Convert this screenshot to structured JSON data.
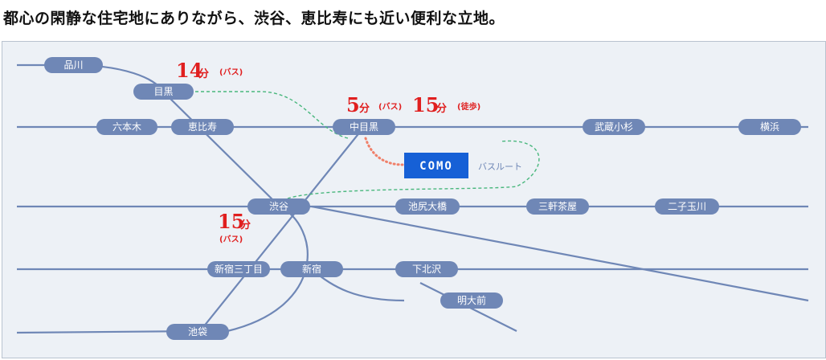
{
  "headline": "都心の閑静な住宅地にありながら、渋谷、恵比寿にも近い便利な立地。",
  "stations": {
    "shinagawa": "品川",
    "meguro": "目黒",
    "roppongi": "六本木",
    "ebisu": "恵比寿",
    "nakameguro": "中目黒",
    "musashikosugi": "武蔵小杉",
    "yokohama": "横浜",
    "shibuya": "渋谷",
    "ikejiri_ohashi": "池尻大橋",
    "sangenjaya": "三軒茶屋",
    "futako_tamagawa": "二子玉川",
    "shinjuku_sanchome": "新宿三丁目",
    "shinjuku": "新宿",
    "shimokitazawa": "下北沢",
    "meidaimae": "明大前",
    "ikebukuro": "池袋"
  },
  "property": {
    "name": "COMO",
    "bus_route_label": "バスルート"
  },
  "times": {
    "meguro": {
      "value": "14",
      "unit": "分",
      "note": "(バス)"
    },
    "nakameguro_bus": {
      "value": "5",
      "unit": "分",
      "note": "(バス)"
    },
    "nakameguro_walk": {
      "value": "15",
      "unit": "分",
      "note": "(徒歩)"
    },
    "shibuya": {
      "value": "15",
      "unit": "分",
      "note": "(バス)"
    }
  },
  "colors": {
    "rail": "#6f87b6",
    "station_fill": "#6f87b6",
    "bus_route": "#49b77d",
    "walk_route": "#f0806a",
    "time_text": "#e01f1f",
    "property": "#1660d6",
    "map_bg": "#edf1f6"
  }
}
